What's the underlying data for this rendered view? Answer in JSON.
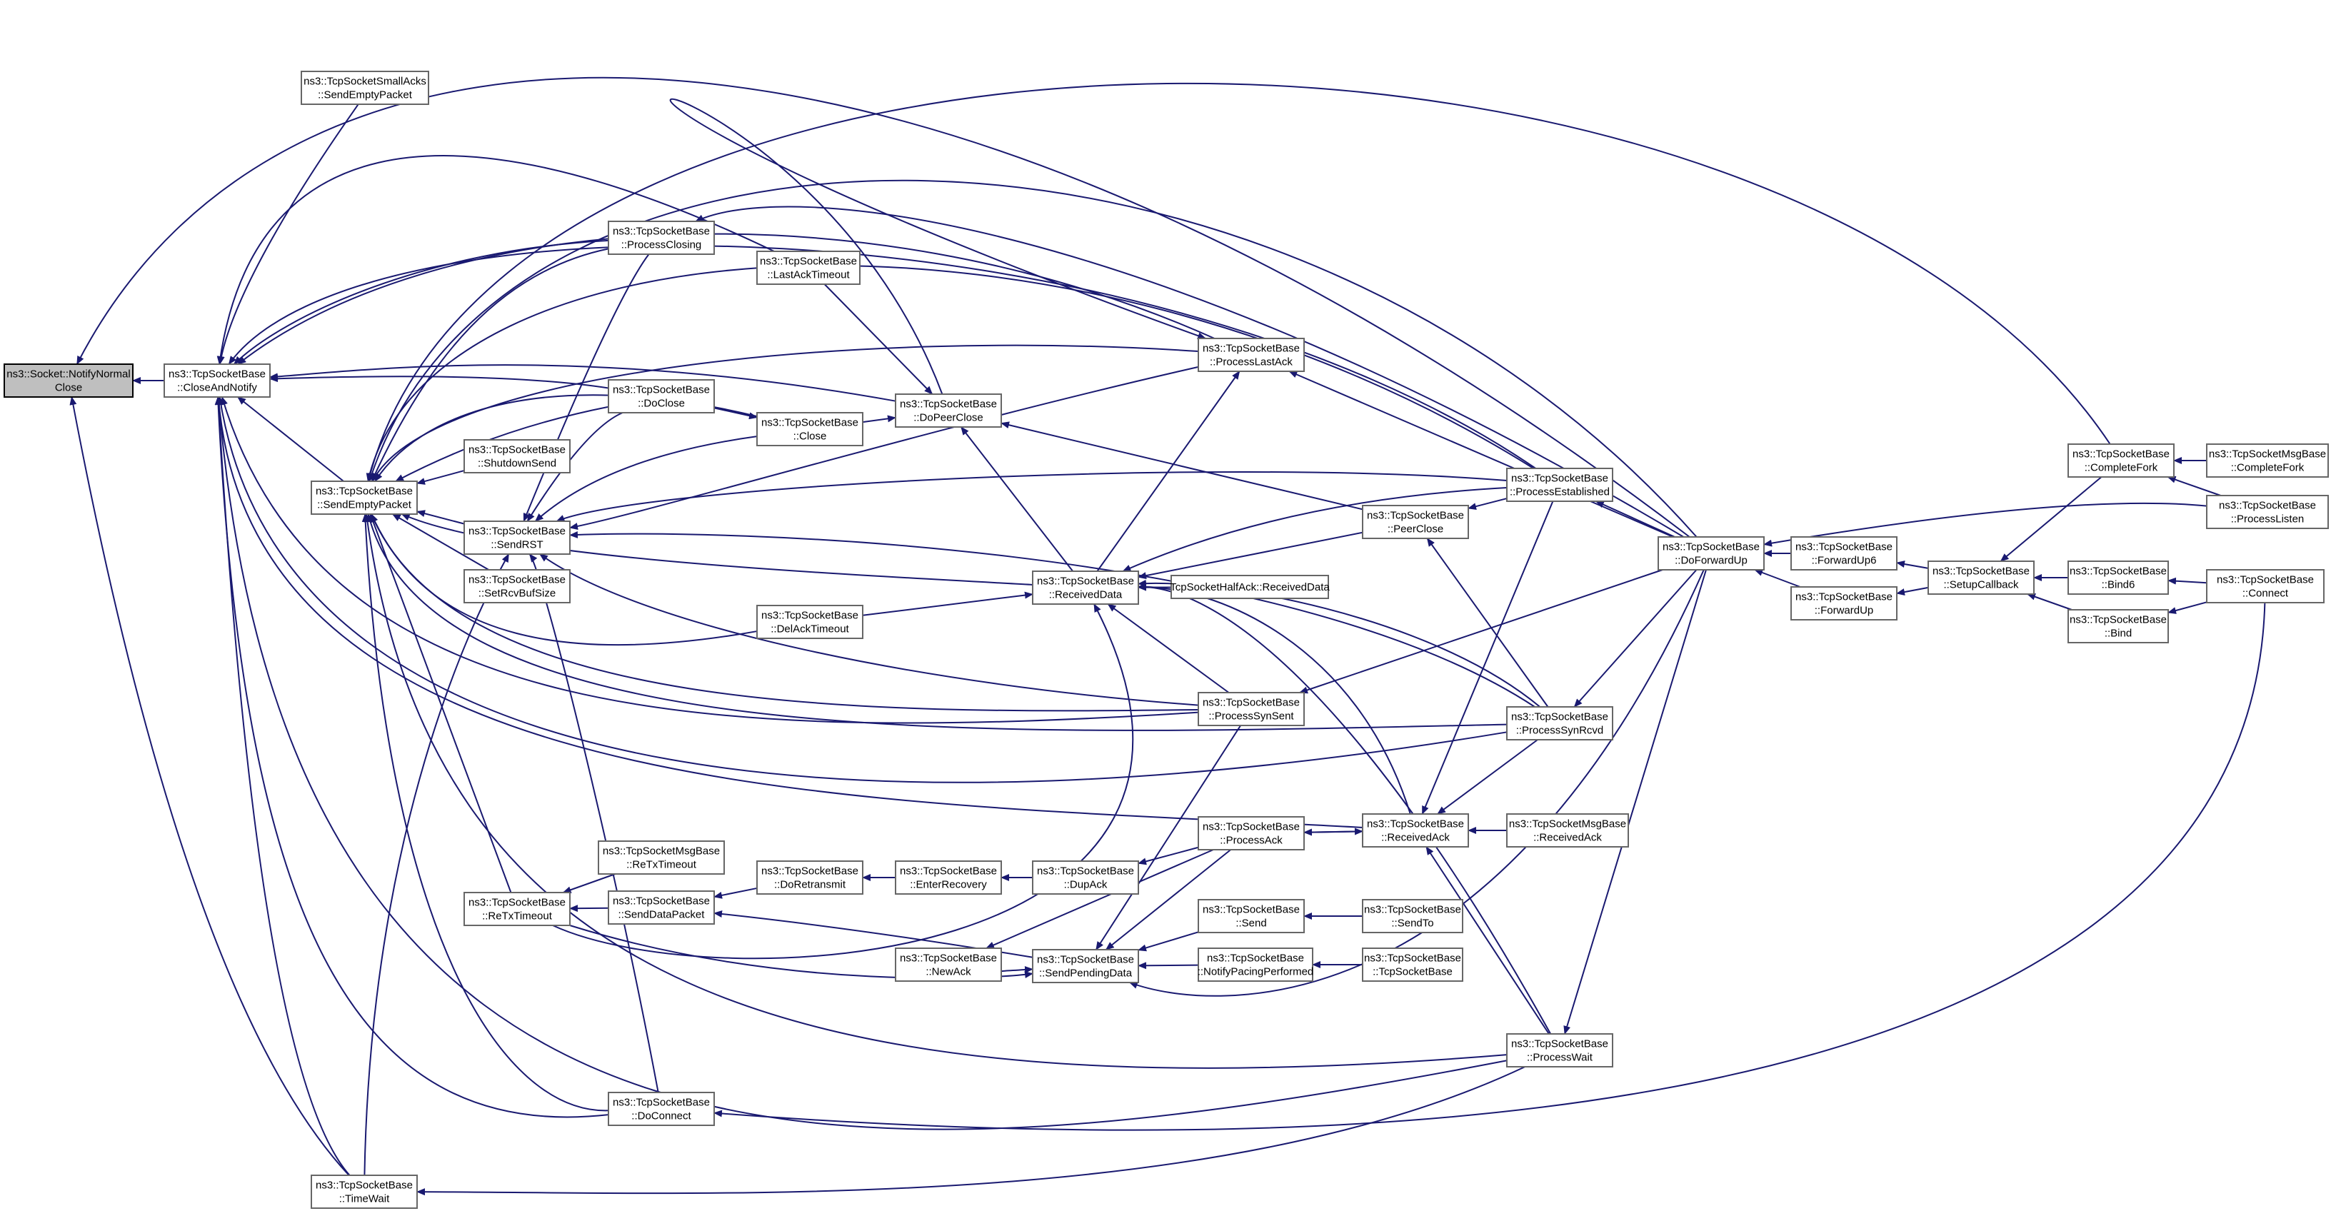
{
  "graph": {
    "nodes": [
      {
        "id": "notify",
        "lines": [
          "ns3::Socket::NotifyNormal",
          "Close"
        ],
        "root": true
      },
      {
        "id": "closeandnotify",
        "lines": [
          "ns3::TcpSocketBase",
          "::CloseAndNotify"
        ]
      },
      {
        "id": "smallacks",
        "lines": [
          "ns3::TcpSocketSmallAcks",
          "::SendEmptyPacket"
        ]
      },
      {
        "id": "sendempty",
        "lines": [
          "ns3::TcpSocketBase",
          "::SendEmptyPacket"
        ]
      },
      {
        "id": "processclosing",
        "lines": [
          "ns3::TcpSocketBase",
          "::ProcessClosing"
        ]
      },
      {
        "id": "lastacktimeout",
        "lines": [
          "ns3::TcpSocketBase",
          "::LastAckTimeout"
        ]
      },
      {
        "id": "doclose",
        "lines": [
          "ns3::TcpSocketBase",
          "::DoClose"
        ]
      },
      {
        "id": "close",
        "lines": [
          "ns3::TcpSocketBase",
          "::Close"
        ]
      },
      {
        "id": "dopeerclose",
        "lines": [
          "ns3::TcpSocketBase",
          "::DoPeerClose"
        ]
      },
      {
        "id": "processlastack",
        "lines": [
          "ns3::TcpSocketBase",
          "::ProcessLastAck"
        ]
      },
      {
        "id": "shutdownsend",
        "lines": [
          "ns3::TcpSocketBase",
          "::ShutdownSend"
        ]
      },
      {
        "id": "sendrst",
        "lines": [
          "ns3::TcpSocketBase",
          "::SendRST"
        ]
      },
      {
        "id": "setrcvbufsize",
        "lines": [
          "ns3::TcpSocketBase",
          "::SetRcvBufSize"
        ]
      },
      {
        "id": "delacktimeout",
        "lines": [
          "ns3::TcpSocketBase",
          "::DelAckTimeout"
        ]
      },
      {
        "id": "receiveddata",
        "lines": [
          "ns3::TcpSocketBase",
          "::ReceivedData"
        ]
      },
      {
        "id": "halfack",
        "lines": [
          "TcpSocketHalfAck::ReceivedData"
        ]
      },
      {
        "id": "peerclose",
        "lines": [
          "ns3::TcpSocketBase",
          "::PeerClose"
        ]
      },
      {
        "id": "processestablished",
        "lines": [
          "ns3::TcpSocketBase",
          "::ProcessEstablished"
        ]
      },
      {
        "id": "doforwardup",
        "lines": [
          "ns3::TcpSocketBase",
          "::DoForwardUp"
        ]
      },
      {
        "id": "forwardup6",
        "lines": [
          "ns3::TcpSocketBase",
          "::ForwardUp6"
        ]
      },
      {
        "id": "forwardup",
        "lines": [
          "ns3::TcpSocketBase",
          "::ForwardUp"
        ]
      },
      {
        "id": "setupcallback",
        "lines": [
          "ns3::TcpSocketBase",
          "::SetupCallback"
        ]
      },
      {
        "id": "completefork",
        "lines": [
          "ns3::TcpSocketBase",
          "::CompleteFork"
        ]
      },
      {
        "id": "msgcompletefork",
        "lines": [
          "ns3::TcpSocketMsgBase",
          "::CompleteFork"
        ]
      },
      {
        "id": "processlisten",
        "lines": [
          "ns3::TcpSocketBase",
          "::ProcessListen"
        ]
      },
      {
        "id": "bind6",
        "lines": [
          "ns3::TcpSocketBase",
          "::Bind6"
        ]
      },
      {
        "id": "bind",
        "lines": [
          "ns3::TcpSocketBase",
          "::Bind"
        ]
      },
      {
        "id": "connect",
        "lines": [
          "ns3::TcpSocketBase",
          "::Connect"
        ]
      },
      {
        "id": "processsynsent",
        "lines": [
          "ns3::TcpSocketBase",
          "::ProcessSynSent"
        ]
      },
      {
        "id": "processsynrcvd",
        "lines": [
          "ns3::TcpSocketBase",
          "::ProcessSynRcvd"
        ]
      },
      {
        "id": "msgretx",
        "lines": [
          "ns3::TcpSocketMsgBase",
          "::ReTxTimeout"
        ]
      },
      {
        "id": "retxtimeout",
        "lines": [
          "ns3::TcpSocketBase",
          "::ReTxTimeout"
        ]
      },
      {
        "id": "senddatapacket",
        "lines": [
          "ns3::TcpSocketBase",
          "::SendDataPacket"
        ]
      },
      {
        "id": "doretransmit",
        "lines": [
          "ns3::TcpSocketBase",
          "::DoRetransmit"
        ]
      },
      {
        "id": "enterrecovery",
        "lines": [
          "ns3::TcpSocketBase",
          "::EnterRecovery"
        ]
      },
      {
        "id": "dupack",
        "lines": [
          "ns3::TcpSocketBase",
          "::DupAck"
        ]
      },
      {
        "id": "processack",
        "lines": [
          "ns3::TcpSocketBase",
          "::ProcessAck"
        ]
      },
      {
        "id": "receivedack",
        "lines": [
          "ns3::TcpSocketBase",
          "::ReceivedAck"
        ]
      },
      {
        "id": "msgreceivedack",
        "lines": [
          "ns3::TcpSocketMsgBase",
          "::ReceivedAck"
        ]
      },
      {
        "id": "newack",
        "lines": [
          "ns3::TcpSocketBase",
          "::NewAck"
        ]
      },
      {
        "id": "sendpendingdata",
        "lines": [
          "ns3::TcpSocketBase",
          "::SendPendingData"
        ]
      },
      {
        "id": "send",
        "lines": [
          "ns3::TcpSocketBase",
          "::Send"
        ]
      },
      {
        "id": "sendto",
        "lines": [
          "ns3::TcpSocketBase",
          "::SendTo"
        ]
      },
      {
        "id": "notifypacing",
        "lines": [
          "ns3::TcpSocketBase",
          "::NotifyPacingPerformed"
        ]
      },
      {
        "id": "ctor",
        "lines": [
          "ns3::TcpSocketBase",
          "::TcpSocketBase"
        ]
      },
      {
        "id": "processwait",
        "lines": [
          "ns3::TcpSocketBase",
          "::ProcessWait"
        ]
      },
      {
        "id": "doconnect",
        "lines": [
          "ns3::TcpSocketBase",
          "::DoConnect"
        ]
      },
      {
        "id": "timewait",
        "lines": [
          "ns3::TcpSocketBase",
          "::TimeWait"
        ]
      }
    ]
  }
}
